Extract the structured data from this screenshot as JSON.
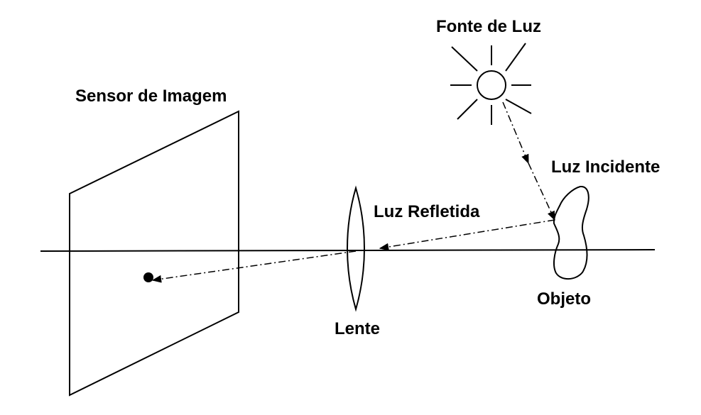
{
  "labels": {
    "light_source": "Fonte de Luz",
    "image_sensor": "Sensor de Imagem",
    "incident_light": "Luz Incidente",
    "reflected_light": "Luz Refletida",
    "object": "Objeto",
    "lens": "Lente"
  },
  "colors": {
    "stroke": "#000000",
    "background": "#ffffff"
  }
}
